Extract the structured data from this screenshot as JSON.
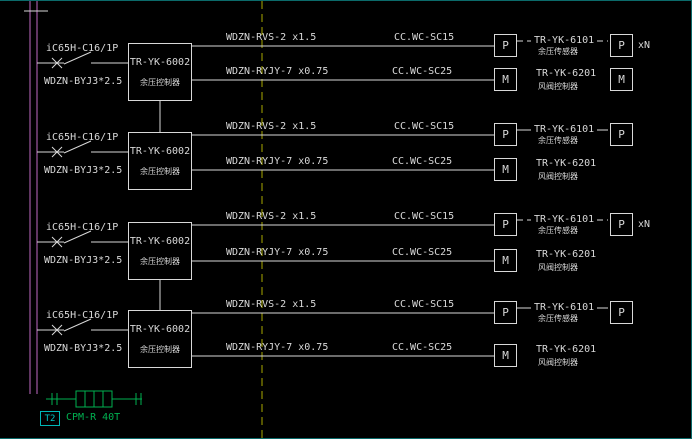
{
  "colors": {
    "background": "#000000",
    "line": "#d9d9d9",
    "bus_magenta": "#c06ac4",
    "construction_yellow": "#a8a800",
    "meter_green": "#00b050",
    "tag_cyan": "#00b7b7"
  },
  "blocks": [
    {
      "feeder": {
        "breaker": "iC65H-C16/1P",
        "cable": "WDZN-BYJ3*2.5"
      },
      "controller": {
        "model": "TR-YK-6002",
        "name": "余压控制器"
      },
      "sensor_row": {
        "cable": "WDZN-RVS-2 x1.5",
        "conduit": "CC.WC-SC15",
        "device": "P",
        "model": "TR-YK-6101",
        "name": "余压传感器",
        "end_device": "P",
        "multiplier": "xN"
      },
      "valve_row": {
        "cable": "WDZN-RYJY-7 x0.75",
        "conduit": "CC.WC-SC25",
        "device": "M",
        "model": "TR-YK-6201",
        "name": "风阀控制器",
        "end_device": "M"
      }
    },
    {
      "feeder": {
        "breaker": "iC65H-C16/1P",
        "cable": "WDZN-BYJ3*2.5"
      },
      "controller": {
        "model": "TR-YK-6002",
        "name": "余压控制器"
      },
      "sensor_row": {
        "cable": "WDZN-RVS-2 x1.5",
        "conduit": "CC.WC-SC15",
        "device": "P",
        "model": "TR-YK-6101",
        "name": "余压传感器",
        "end_device": "P"
      },
      "valve_row": {
        "cable": "WDZN-RYJY-7 x0.75",
        "conduit": "CC.WC-SC25",
        "device": "M",
        "model": "TR-YK-6201",
        "name": "风阀控制器"
      }
    },
    {
      "feeder": {
        "breaker": "iC65H-C16/1P",
        "cable": "WDZN-BYJ3*2.5"
      },
      "controller": {
        "model": "TR-YK-6002",
        "name": "余压控制器"
      },
      "sensor_row": {
        "cable": "WDZN-RVS-2 x1.5",
        "conduit": "CC.WC-SC15",
        "device": "P",
        "model": "TR-YK-6101",
        "name": "余压传感器",
        "end_device": "P",
        "multiplier": "xN"
      },
      "valve_row": {
        "cable": "WDZN-RYJY-7 x0.75",
        "conduit": "CC.WC-SC25",
        "device": "M",
        "model": "TR-YK-6201",
        "name": "风阀控制器"
      }
    },
    {
      "feeder": {
        "breaker": "iC65H-C16/1P",
        "cable": "WDZN-BYJ3*2.5"
      },
      "controller": {
        "model": "TR-YK-6002",
        "name": "余压控制器"
      },
      "sensor_row": {
        "cable": "WDZN-RVS-2 x1.5",
        "conduit": "CC.WC-SC15",
        "device": "P",
        "model": "TR-YK-6101",
        "name": "余压传感器",
        "end_device": "P"
      },
      "valve_row": {
        "cable": "WDZN-RYJY-7 x0.75",
        "conduit": "CC.WC-SC25",
        "device": "M",
        "model": "TR-YK-6201",
        "name": "风阀控制器"
      }
    }
  ],
  "footer": {
    "tag": "T2",
    "device": "CPM-R 40T"
  }
}
